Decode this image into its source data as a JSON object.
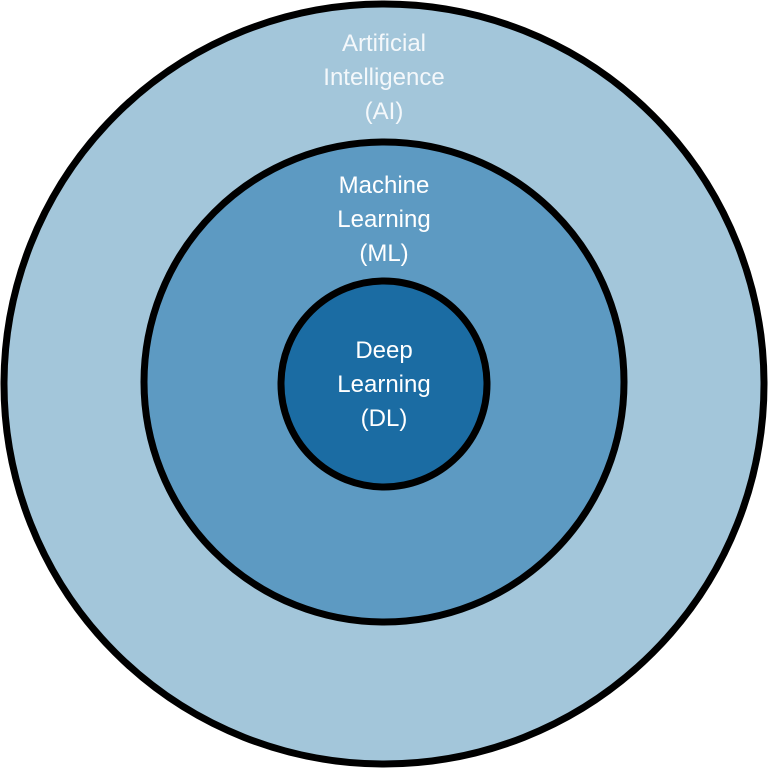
{
  "diagram": {
    "type": "nested-circles",
    "layers": [
      {
        "id": "ai",
        "lines": [
          "Artificial",
          "Intelligence",
          "(AI)"
        ],
        "fill": "#a3c6da",
        "text_color": "#f4f8fb"
      },
      {
        "id": "ml",
        "lines": [
          "Machine",
          "Learning",
          "(ML)"
        ],
        "fill": "#5d9ac2",
        "text_color": "#ffffff"
      },
      {
        "id": "dl",
        "lines": [
          "Deep",
          "Learning",
          "(DL)"
        ],
        "fill": "#1b6ca3",
        "text_color": "#ffffff"
      }
    ],
    "stroke_color": "#000000"
  }
}
